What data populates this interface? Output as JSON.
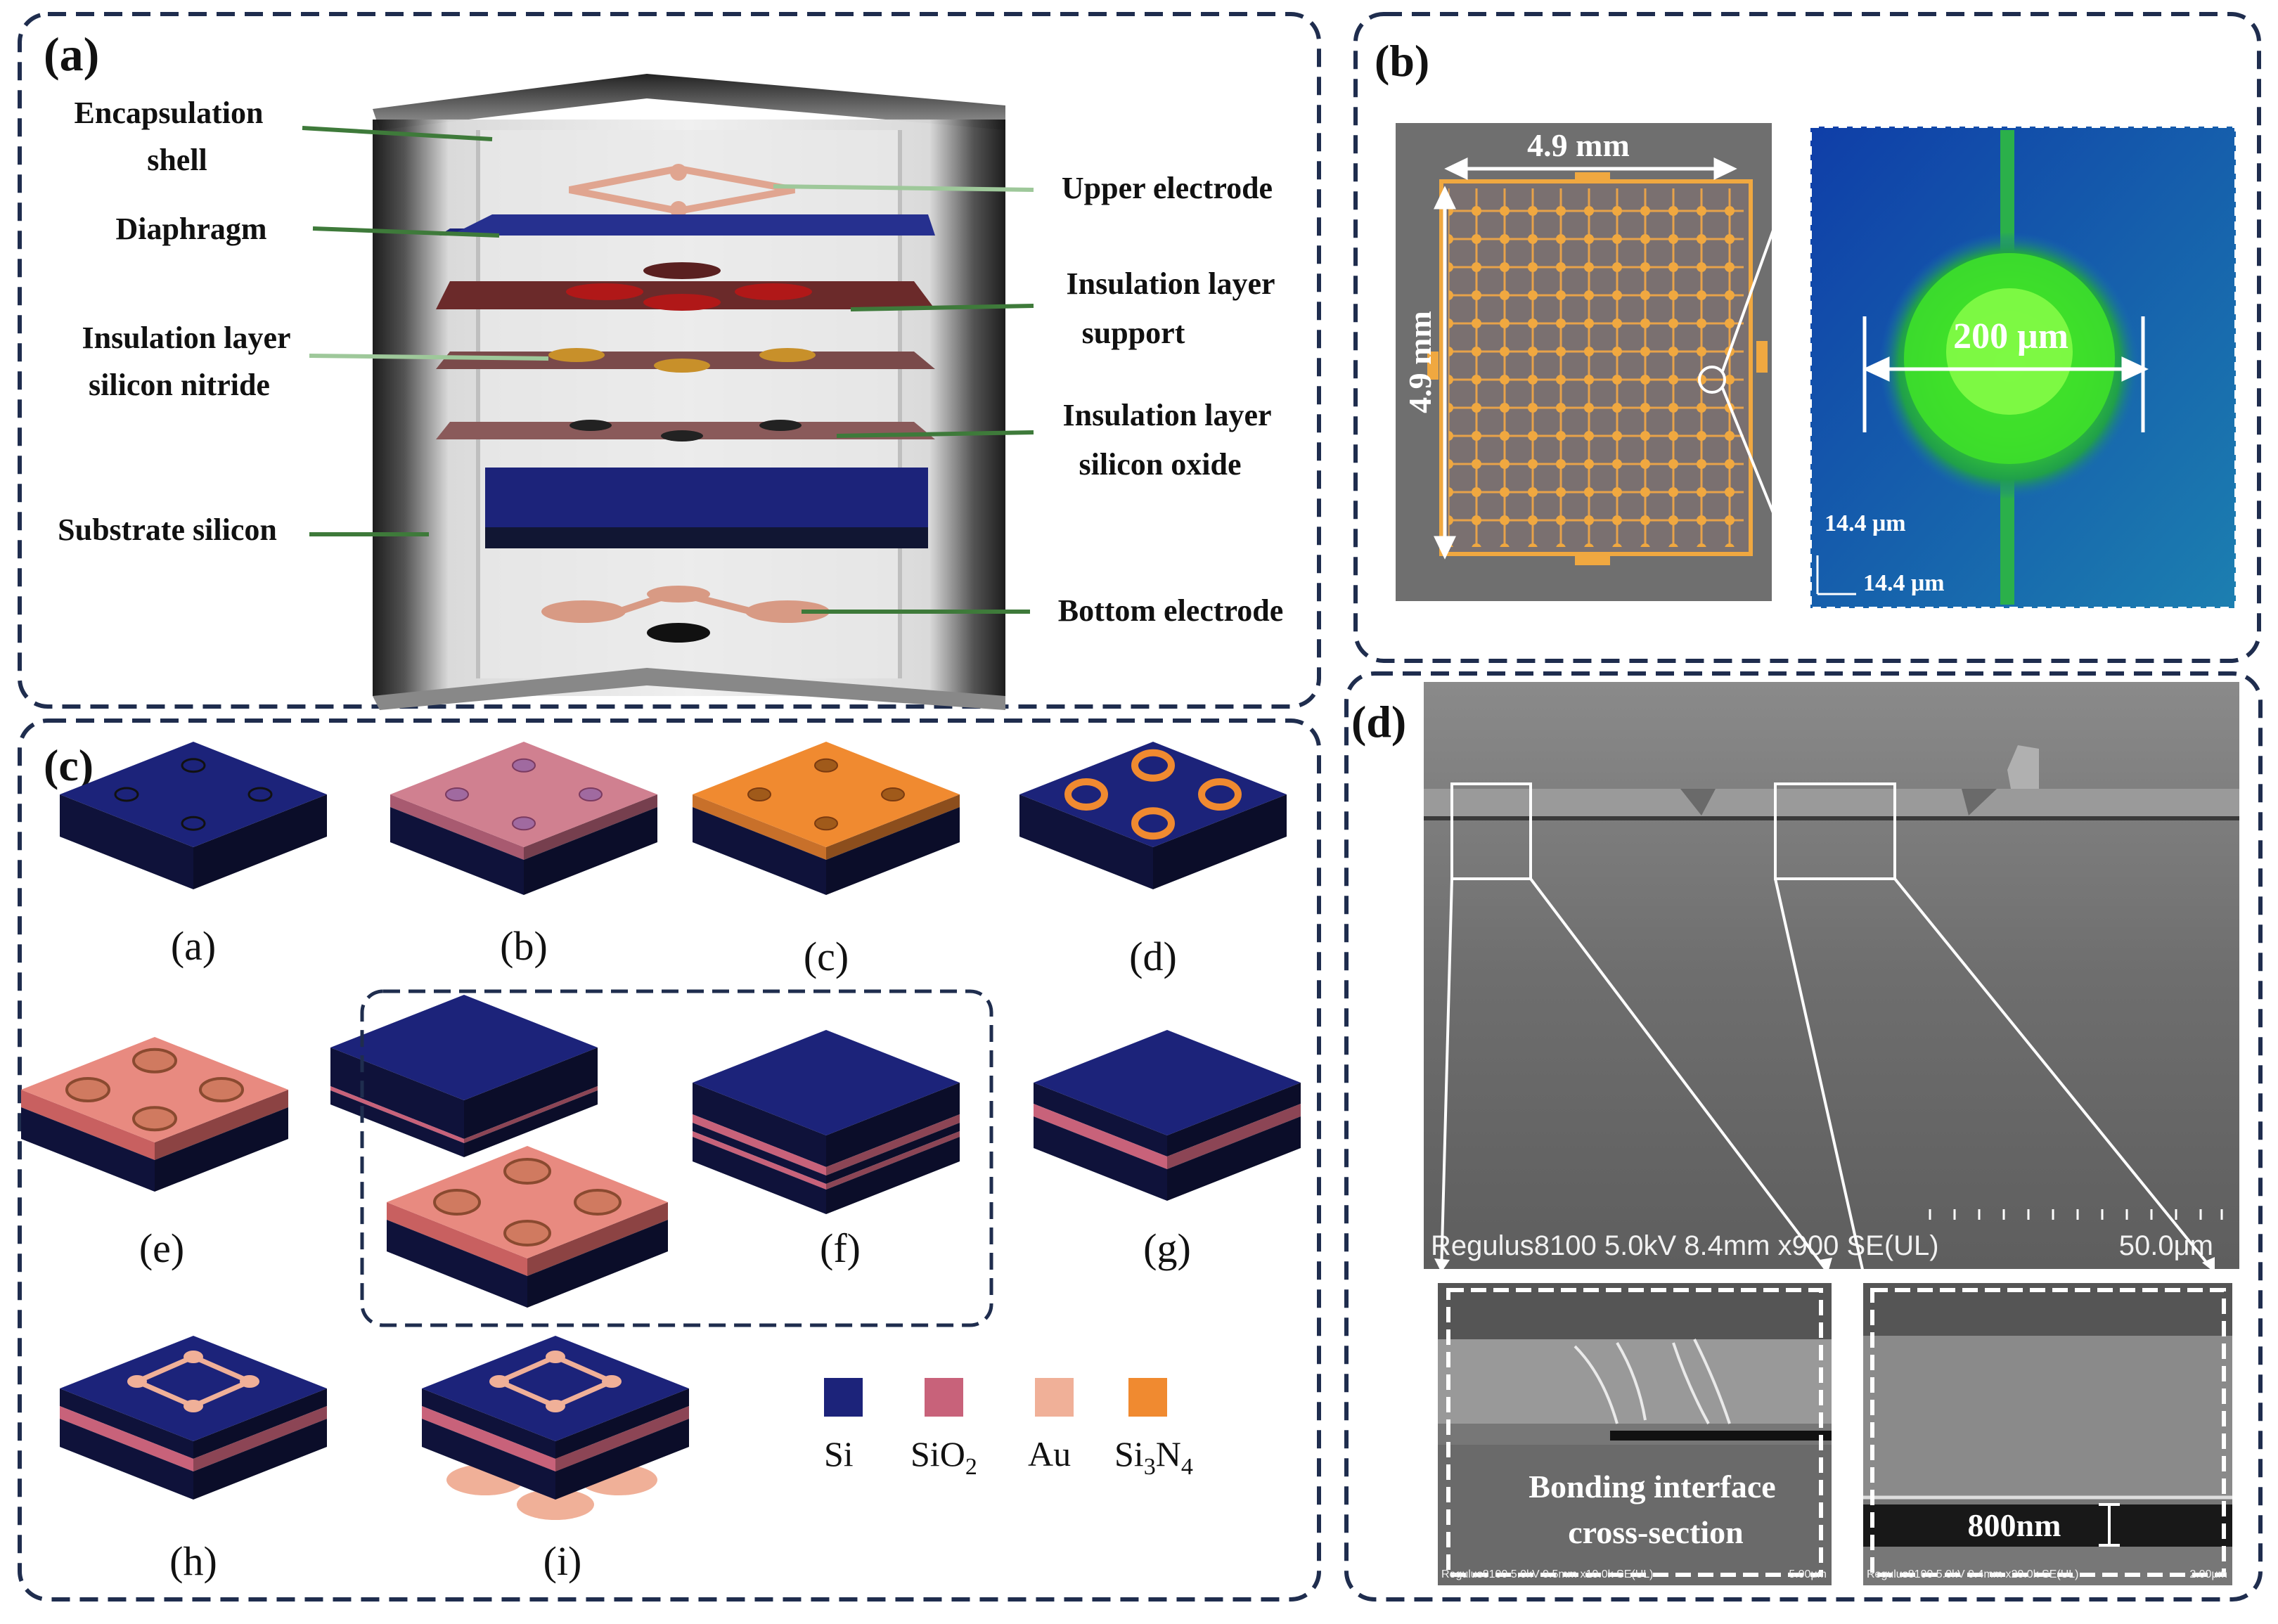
{
  "panel_a": {
    "tag": "(a)",
    "labels": {
      "encapsulation_l1": "Encapsulation",
      "encapsulation_l2": "shell",
      "diaphragm": "Diaphragm",
      "ins_sin_l1": "Insulation layer",
      "ins_sin_l2": "silicon nitride",
      "substrate": "Substrate silicon",
      "upper_electrode": "Upper electrode",
      "ins_support_l1": "Insulation layer",
      "ins_support_l2": "support",
      "ins_oxide_l1": "Insulation layer",
      "ins_oxide_l2": "silicon oxide",
      "bottom_electrode": "Bottom electrode"
    }
  },
  "panel_b": {
    "tag": "(b)",
    "width_dim": "4.9 mm",
    "height_dim": "4.9 mm",
    "diameter_dim": "200 μm",
    "scale_y": "14.4 μm",
    "scale_x": "14.4 μm"
  },
  "panel_c": {
    "tag": "(c)",
    "steps": [
      "(a)",
      "(b)",
      "(c)",
      "(d)",
      "(e)",
      "(f)",
      "(g)",
      "(h)",
      "(i)"
    ],
    "legend": [
      {
        "name": "Si",
        "color": "#1c237a"
      },
      {
        "name": "SiO2",
        "color": "#c8627a"
      },
      {
        "name": "Au",
        "color": "#f0b098"
      },
      {
        "name": "Si3N4",
        "color": "#f08a30"
      }
    ],
    "legend_text": {
      "si": "Si",
      "sio2_main": "SiO",
      "sio2_sub": "2",
      "au": "Au",
      "si3n4_a": "Si",
      "si3n4_sub1": "3",
      "si3n4_b": "N",
      "si3n4_sub2": "4"
    }
  },
  "panel_d": {
    "tag": "(d)",
    "sem_info": "Regulus8100 5.0kV 8.4mm x900 SE(UL)",
    "sem_scale": "50.0μm",
    "inset1_caption_l1": "Bonding interface",
    "inset1_caption_l2": "cross-section",
    "inset1_info": "Regulus8100 5.0kV 9.5mm x10.0k SE(UL)",
    "inset1_scale": "5.00μm",
    "inset2_gap": "800nm",
    "inset2_info": "Regulus8100 5.0kV 9.4mm x20.0k SE(UL)",
    "inset2_scale": "2.00μm"
  },
  "colors": {
    "frame": "#1f2d4e",
    "si": "#1c237a",
    "sio2": "#c8627a",
    "au": "#f0b098",
    "si3n4": "#f08a30",
    "leader": "#3e7a3a"
  }
}
